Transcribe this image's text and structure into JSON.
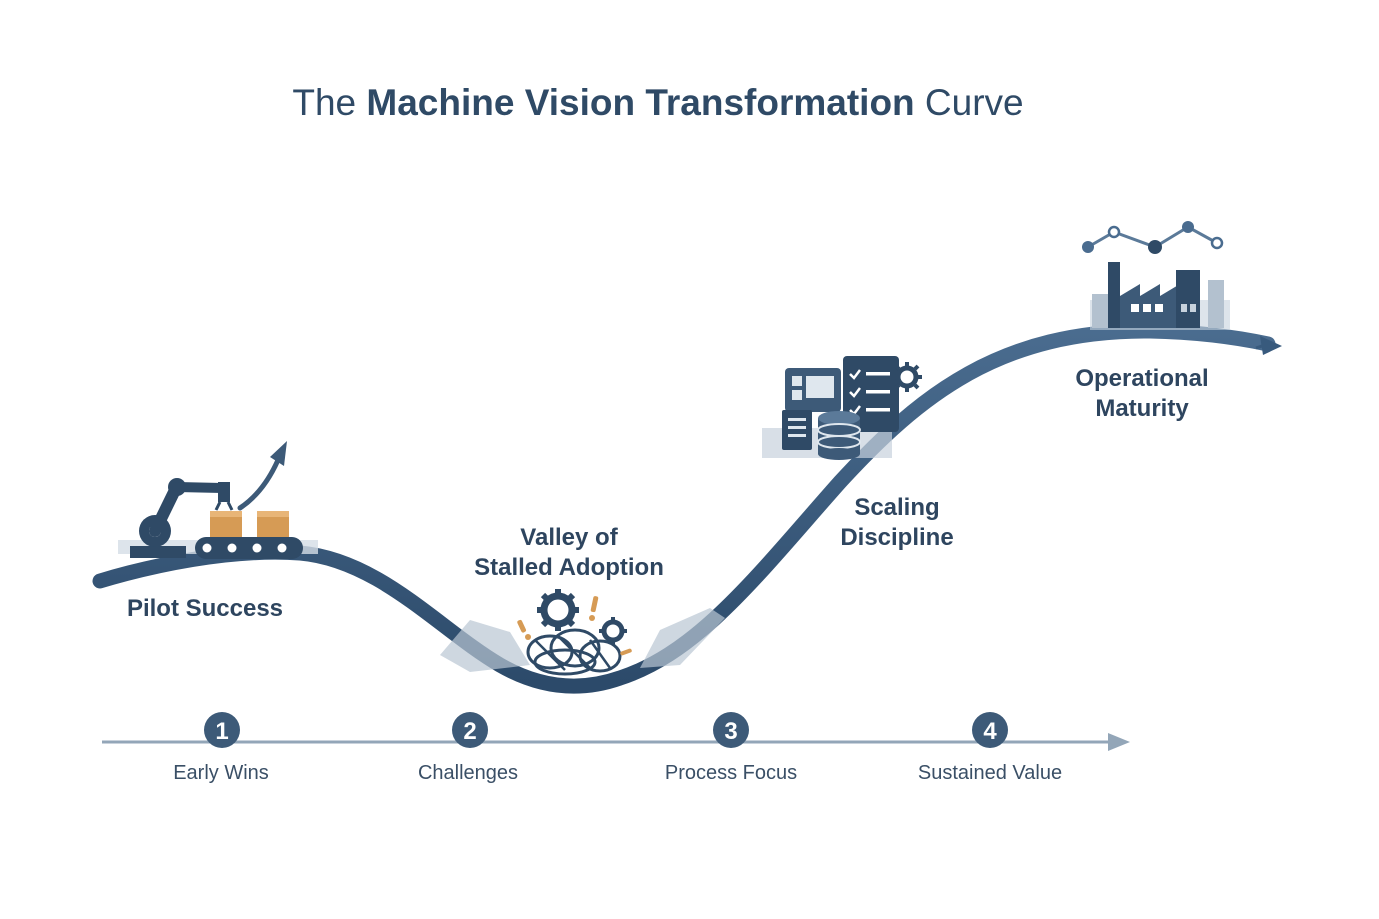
{
  "title": {
    "part1": "The ",
    "part2": "Machine Vision Transformation",
    "part3": " Curve"
  },
  "curve_labels": {
    "pilot": "Pilot Success",
    "valley_line1": "Valley of",
    "valley_line2": "Stalled Adoption",
    "scaling_line1": "Scaling",
    "scaling_line2": "Discipline",
    "maturity_line1": "Operational",
    "maturity_line2": "Maturity"
  },
  "steps": [
    {
      "number": "1",
      "label": "Early Wins"
    },
    {
      "number": "2",
      "label": "Challenges"
    },
    {
      "number": "3",
      "label": "Process Focus"
    },
    {
      "number": "4",
      "label": "Sustained Value"
    }
  ],
  "icons": {
    "pilot": "robot-arm-conveyor-icon",
    "valley": "tangled-gears-icon",
    "scaling": "dashboard-database-icon",
    "maturity": "factory-trend-icon"
  },
  "colors": {
    "curve": "#385a7d",
    "axis": "#93a6b8",
    "step_circle": "#3d5a78",
    "accent_orange": "#d69b55",
    "title": "#2f4a66"
  }
}
